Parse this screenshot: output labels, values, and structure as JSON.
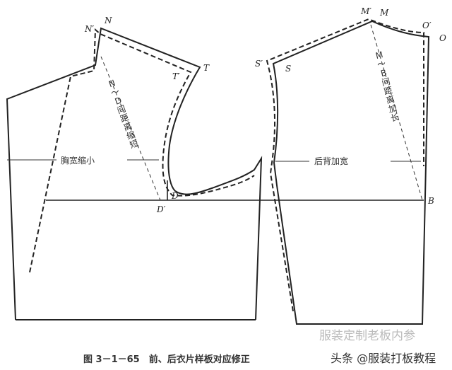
{
  "figure": {
    "points": {
      "N": "N",
      "N_prime": "N′",
      "T": "T",
      "T_prime": "T′",
      "D": "D",
      "D_prime": "D′",
      "M": "M",
      "M_prime": "M′",
      "O": "O",
      "O_prime": "O′",
      "S": "S",
      "S_prime": "S′",
      "B": "B"
    },
    "annotations": {
      "chest_width": "胸宽缩小",
      "nd_distance": "N～D间距离缩短",
      "back_width": "后背加宽",
      "mb_distance": "M～B间距离加长"
    },
    "caption": "图 3－1－65　前、后衣片样板对应修正",
    "watermark": "服装定制老板内参",
    "source": "头条 @服装打板教程"
  }
}
